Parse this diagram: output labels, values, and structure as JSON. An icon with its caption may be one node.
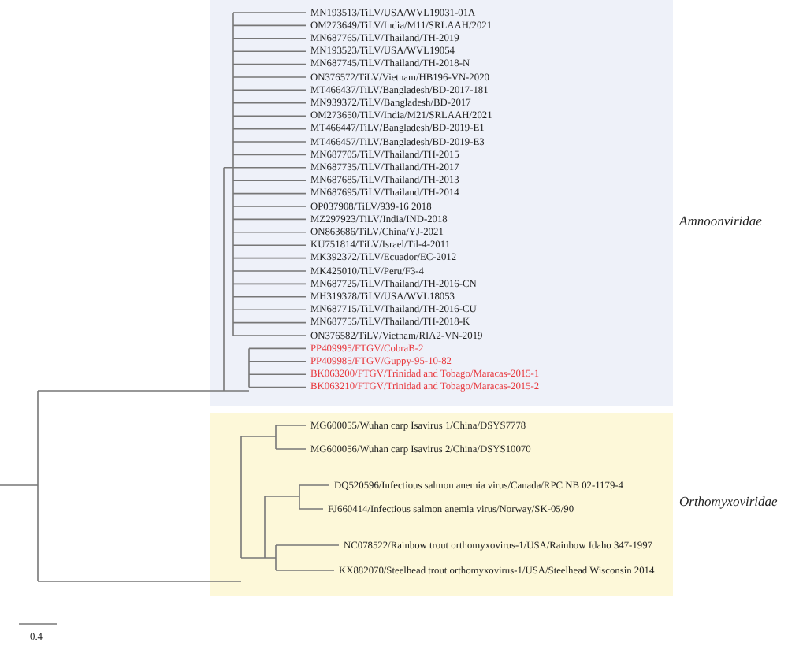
{
  "diagram": {
    "labels": [
      "MN193513/TiLV/USA/WVL19031-01A",
      "OM273649/TiLV/India/M11/SRLAAH/2021",
      "MN687765/TiLV/Thailand/TH-2019",
      "MN193523/TiLV/USA/WVL19054",
      "MN687745/TiLV/Thailand/TH-2018-N",
      "ON376572/TiLV/Vietnam/HB196-VN-2020",
      "MT466437/TiLV/Bangladesh/BD-2017-181",
      "MN939372/TiLV/Bangladesh/BD-2017",
      "OM273650/TiLV/India/M21/SRLAAH/2021",
      "MT466447/TiLV/Bangladesh/BD-2019-E1",
      "MT466457/TiLV/Bangladesh/BD-2019-E3",
      "MN687705/TiLV/Thailand/TH-2015",
      "MN687735/TiLV/Thailand/TH-2017",
      "MN687685/TiLV/Thailand/TH-2013",
      "MN687695/TiLV/Thailand/TH-2014",
      "OP037908/TiLV/939-16 2018",
      "MZ297923/TiLV/India/IND-2018",
      "ON863686/TiLV/China/YJ-2021",
      "KU751814/TiLV/Israel/Til-4-2011",
      "MK392372/TiLV/Ecuador/EC-2012",
      "MK425010/TiLV/Peru/F3-4",
      "MN687725/TiLV/Thailand/TH-2016-CN",
      "MH319378/TiLV/USA/WVL18053",
      "MN687715/TiLV/Thailand/TH-2016-CU",
      "MN687755/TiLV/Thailand/TH-2018-K",
      "ON376582/TiLV/Vietnam/RIA2-VN-2019",
      "PP409995/FTGV/CobraB-2",
      "PP409985/FTGV/Guppy-95-10-82",
      "BK063200/FTGV/Trinidad and Tobago/Maracas-2015-1",
      "BK063210/FTGV/Trinidad and Tobago/Maracas-2015-2",
      "Amnoonviridae",
      "MG600055/Wuhan carp Isavirus 1/China/DSYS7778",
      "MG600056/Wuhan carp Isavirus 2/China/DSYS10070",
      "DQ520596/Infectious salmon anemia virus/Canada/RPC NB 02-1179-4",
      "FJ660414/Infectious salmon anemia virus/Norway/SK-05/90",
      "NC078522/Rainbow trout orthomyxovirus-1/USA/Rainbow Idaho 347-1997",
      "KX882070/Steelhead trout orthomyxovirus-1/USA/Steelhead Wisconsin 2014",
      "Orthomyxoviridae",
      "0.4"
    ]
  }
}
